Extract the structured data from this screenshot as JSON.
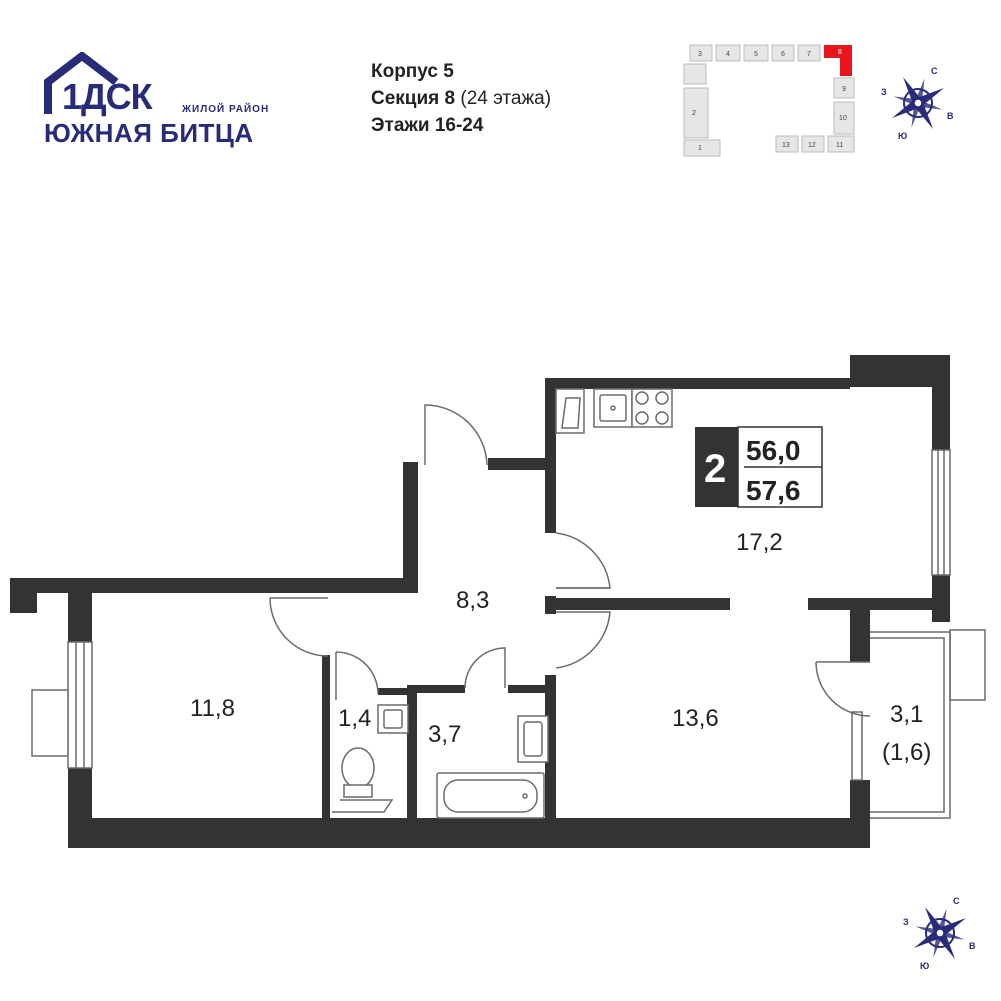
{
  "brand": {
    "logo_mark": "1ДСК",
    "logo_subtitle": "ЖИЛОЙ РАЙОН",
    "logo_name": "ЮЖНАЯ БИТЦА",
    "brand_color": "#282b78"
  },
  "info": {
    "building": "Корпус 5",
    "section": "Секция 8",
    "section_floors": "(24 этажа)",
    "floors": "Этажи 16-24"
  },
  "keyplan": {
    "sections": [
      "3",
      "4",
      "5",
      "6",
      "7",
      "8",
      "2",
      "9",
      "10",
      "1",
      "13",
      "12",
      "11"
    ],
    "highlight": "8",
    "highlight_color": "#e8151d"
  },
  "compass": {
    "icon": "compass-rose-icon",
    "north": "С",
    "south": "Ю",
    "west": "З",
    "east": "В"
  },
  "apartment": {
    "rooms_count": "2",
    "area_living": "56,0",
    "area_total": "57,6"
  },
  "rooms": {
    "kitchen": "17,2",
    "hall": "8,3",
    "bedroom_left": "11,8",
    "wc": "1,4",
    "bathroom": "3,7",
    "bedroom_right": "13,6",
    "balcony": "3,1",
    "balcony_reduced": "(1,6)"
  },
  "colors": {
    "wall": "#333335",
    "line": "#6b6b6b"
  }
}
